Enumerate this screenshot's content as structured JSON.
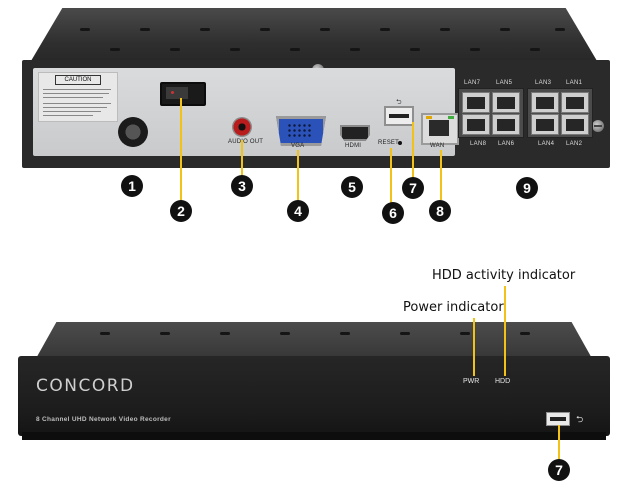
{
  "back_panel": {
    "caution_label": "CAUTION",
    "port_labels": {
      "audio_out": "AUDIO OUT",
      "vga": "VGA",
      "hdmi": "HDMI",
      "reset": "RESET",
      "wan": "WAN",
      "lan7": "LAN7",
      "lan5": "LAN5",
      "lan3": "LAN3",
      "lan1": "LAN1",
      "lan8": "LAN8",
      "lan6": "LAN6",
      "lan4": "LAN4",
      "lan2": "LAN2"
    },
    "callouts": [
      "1",
      "2",
      "3",
      "4",
      "5",
      "6",
      "7",
      "8",
      "9"
    ]
  },
  "front_panel": {
    "brand": "CONCORD",
    "model_text": "8 Channel UHD Network Video Recorder",
    "pwr_label": "PWR",
    "hdd_label": "HDD",
    "hdd_callout": "HDD activity indicator",
    "power_callout": "Power indicator",
    "usb_callout_number": "7"
  },
  "colors": {
    "callout_line": "#f2c316",
    "vga_port": "#2b52b8",
    "audio_port": "#b91c1c",
    "badge": "#111111"
  }
}
